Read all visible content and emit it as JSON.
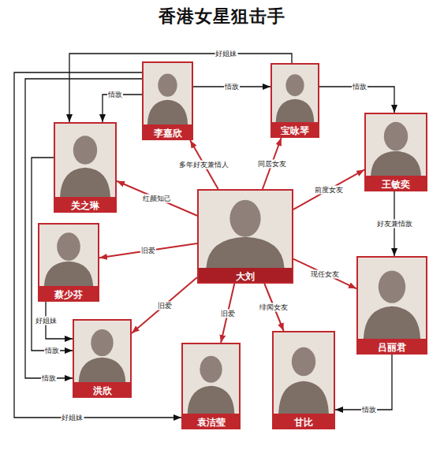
{
  "diagram": {
    "title": "香港女星狙击手",
    "nodes": [
      {
        "text": [
          "李嘉欣"
        ]
      },
      {
        "text": [
          "宝咏琴"
        ]
      },
      {
        "text": [
          "王敏奕"
        ]
      },
      {
        "text": [
          "关之琳"
        ]
      },
      {
        "text": [
          "大刘"
        ]
      },
      {
        "text": [
          "蔡少芬"
        ]
      },
      {
        "text": [
          "吕丽君"
        ]
      },
      {
        "text": [
          "洪欣"
        ]
      },
      {
        "text": [
          "袁洁莹"
        ]
      },
      {
        "text": [
          "甘比"
        ]
      }
    ],
    "edges": [
      {
        "from": 4,
        "to": 0,
        "label": "多年好友兼情人",
        "arrow": "to"
      },
      {
        "from": 4,
        "to": 1,
        "label": "同居女友",
        "arrow": "to"
      },
      {
        "from": 4,
        "to": 2,
        "label": "前度女友",
        "arrow": "to"
      },
      {
        "from": 4,
        "to": 3,
        "label": "红颜知己",
        "arrow": "to"
      },
      {
        "from": 4,
        "to": 5,
        "label": "旧爱",
        "arrow": "to"
      },
      {
        "from": 4,
        "to": 6,
        "label": "现任女友",
        "arrow": "to"
      },
      {
        "from": 4,
        "to": 7,
        "label": "旧爱",
        "arrow": "to"
      },
      {
        "from": 4,
        "to": 8,
        "label": "旧爱",
        "arrow": "to"
      },
      {
        "from": 4,
        "to": 9,
        "label": "绯闻女友",
        "arrow": "to"
      },
      {
        "from": 0,
        "to": 1,
        "label": "情敌",
        "arrow": "to"
      },
      {
        "from": 1,
        "to": 2,
        "label": "情敌",
        "arrow": "to"
      },
      {
        "from": 2,
        "to": 6,
        "label": "好友兼情敌",
        "arrow": "to"
      },
      {
        "from": 6,
        "to": 9,
        "label": "情敌",
        "arrow": "to"
      },
      {
        "from": 0,
        "to": 3,
        "label": "情敌",
        "arrow": "to"
      },
      {
        "from": 1,
        "to": 3,
        "label": "好姐妹",
        "arrow": "to"
      },
      {
        "from": 0,
        "to": 8,
        "label": "好姐妹",
        "arrow": "to"
      },
      {
        "from": 3,
        "to": 7,
        "label": "情敌",
        "arrow": "to"
      },
      {
        "from": 0,
        "to": 7,
        "label": "情敌",
        "arrow": "to"
      },
      {
        "from": 5,
        "to": 7,
        "label": "好姐妹",
        "arrow": "to"
      }
    ]
  }
}
